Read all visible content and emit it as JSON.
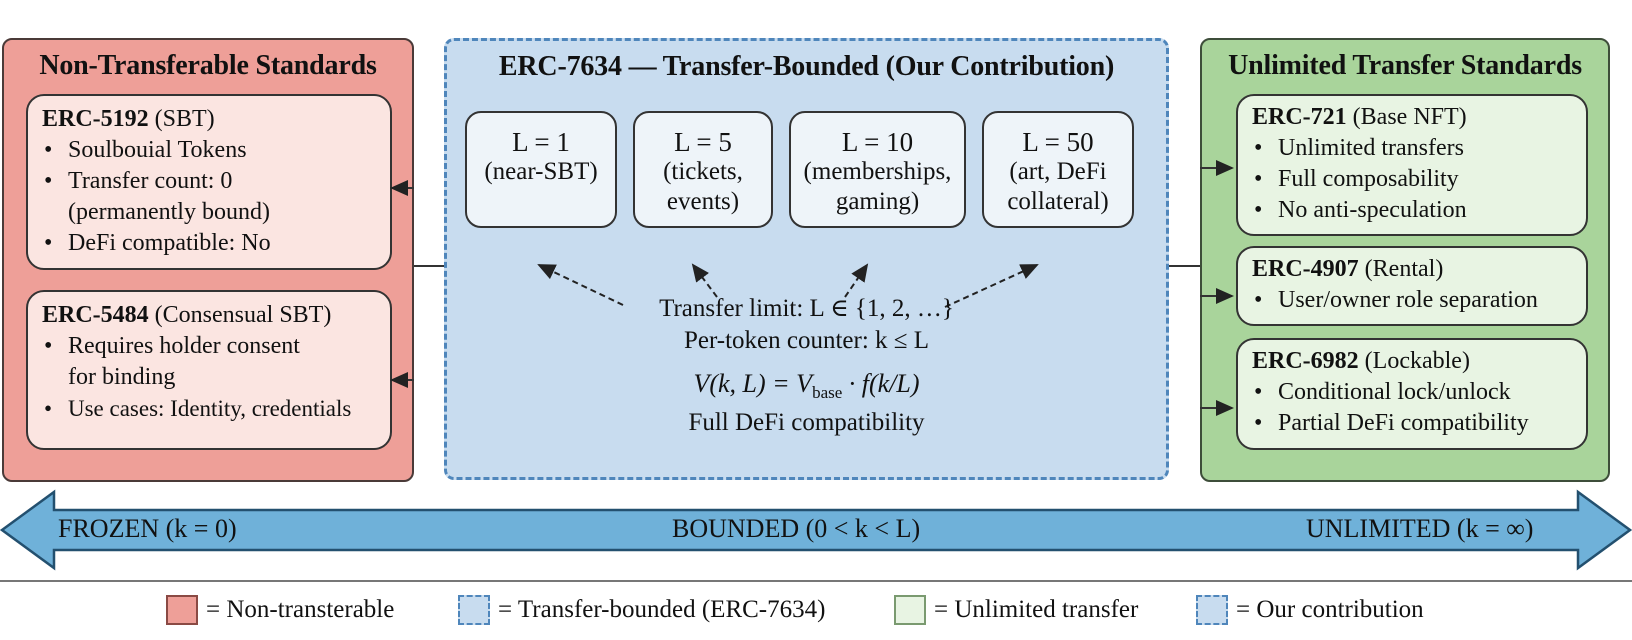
{
  "left_panel": {
    "title": "Non-Transferable Standards",
    "cards": [
      {
        "id": "ERC-5192",
        "subtitle": "(SBT)",
        "lines": [
          "Soulbouial Tokens",
          "Transfer count: 0",
          "(permanently bound)",
          "DeFi compatible: No"
        ]
      },
      {
        "id": "ERC-5484",
        "subtitle": "(Consensual SBT)",
        "lines": [
          "Requires holder consent",
          "for binding",
          "Use cases: Identity, credentials"
        ]
      }
    ]
  },
  "center_panel": {
    "title": "ERC-7634 — Transfer-Bounded (Our Contribution)",
    "limits": [
      {
        "value": "L = 1",
        "desc1": "(near-SBT)",
        "desc2": ""
      },
      {
        "value": "L = 5",
        "desc1": "(tickets,",
        "desc2": "events)"
      },
      {
        "value": "L = 10",
        "desc1": "(memberships,",
        "desc2": "gaming)"
      },
      {
        "value": "L = 50",
        "desc1": "(art, DeFi",
        "desc2": "collateral)"
      }
    ],
    "transfer_limit": "Transfer limit: L ∈ {1, 2, …}",
    "counter": "Per-token counter: k ≤ L",
    "formula_lhs": "V(k, L) = V",
    "formula_sub": "base",
    "formula_rhs": " · f(k/L)",
    "defi": "Full DeFi compatibility"
  },
  "right_panel": {
    "title": "Unlimited Transfer Standards",
    "cards": [
      {
        "id": "ERC-721",
        "subtitle": "(Base NFT)",
        "lines": [
          "Unlimited transfers",
          "Full composability",
          "No anti-speculation"
        ]
      },
      {
        "id": "ERC-4907",
        "subtitle": "(Rental)",
        "lines": [
          "User/owner role separation"
        ]
      },
      {
        "id": "ERC-6982",
        "subtitle": "(Lockable)",
        "lines": [
          "Conditional lock/unlock",
          "Partial DeFi compatibility"
        ]
      }
    ]
  },
  "spectrum": {
    "frozen": "FROZEN (k = 0)",
    "bounded": "BOUNDED (0 < k < L)",
    "unlimited": "UNLIMITED (k = ∞)"
  },
  "legend": [
    {
      "label": "= Non-transterable",
      "color": "#ee9f98",
      "border": "#8a4a44",
      "dashed": false
    },
    {
      "label": "= Transfer-bounded (ERC-7634)",
      "color": "#c8dcef",
      "border": "#4f86bb",
      "dashed": true
    },
    {
      "label": "= Unlimited transfer",
      "color": "#e8f4e3",
      "border": "#7a9a70",
      "dashed": false
    },
    {
      "label": "= Our contribution",
      "color": "#c8dcef",
      "border": "#4f86bb",
      "dashed": true
    }
  ],
  "colors": {
    "non_transferable": "#ee9f98",
    "bounded": "#c8dcef",
    "unlimited": "#a9d49b",
    "arrow": "#6fb1d9"
  }
}
